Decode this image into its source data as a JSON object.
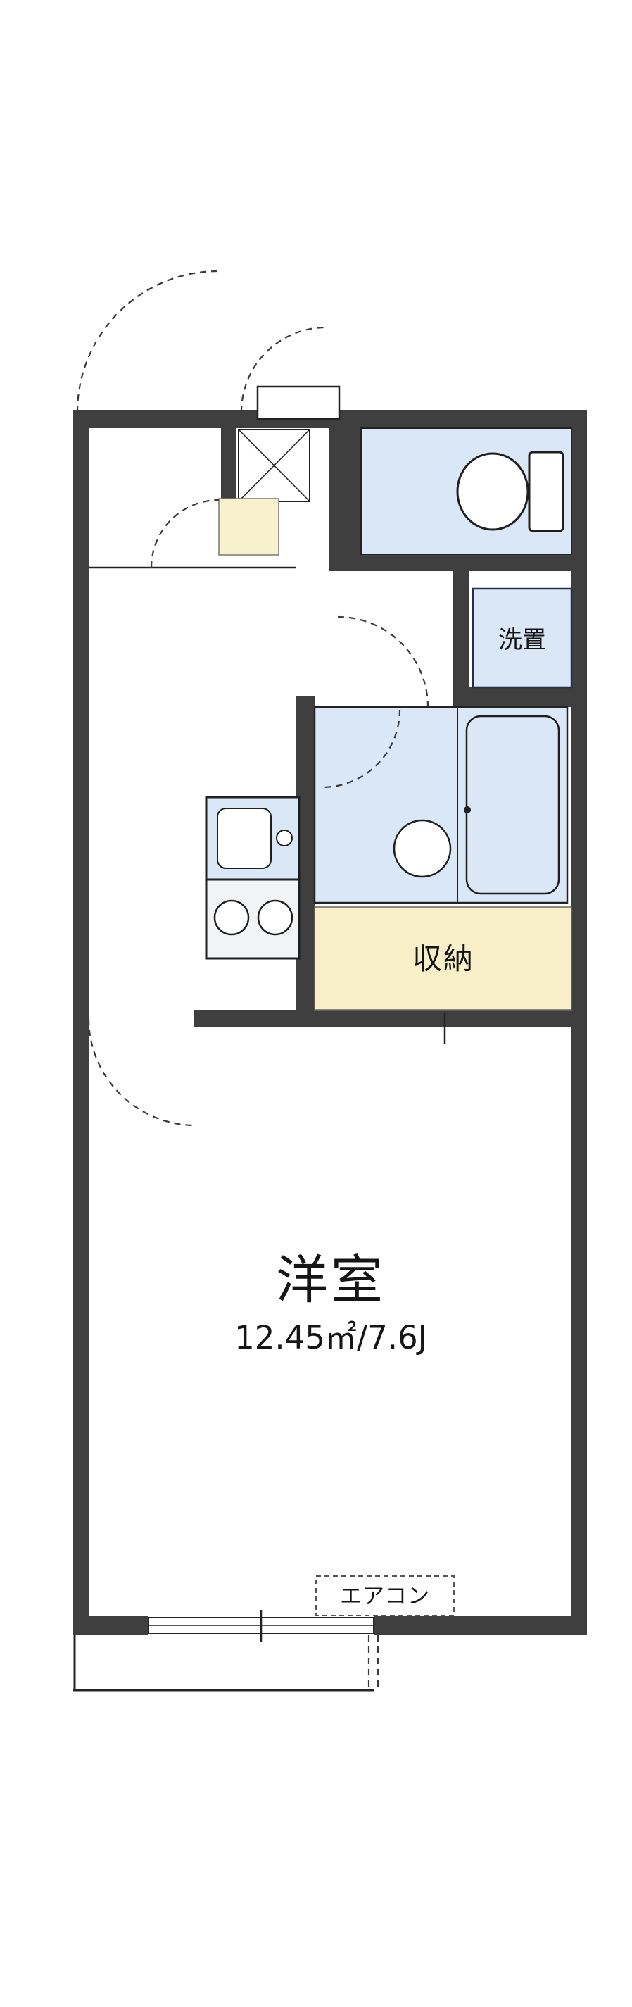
{
  "floorplan": {
    "labels": {
      "main_room": "洋室",
      "main_room_size": "12.45㎡/7.6J",
      "closet": "収納",
      "washer": "洗置",
      "aircon": "エアコン"
    },
    "colors": {
      "wall": "#3f3f3f",
      "wet_area": "#d9e7f7",
      "closet_fill": "#f8efc9",
      "entry_cabinet_fill": "#f7f2cb",
      "burner_fill": "#f2f3f5",
      "fixture_line": "#1f1f1f"
    }
  }
}
